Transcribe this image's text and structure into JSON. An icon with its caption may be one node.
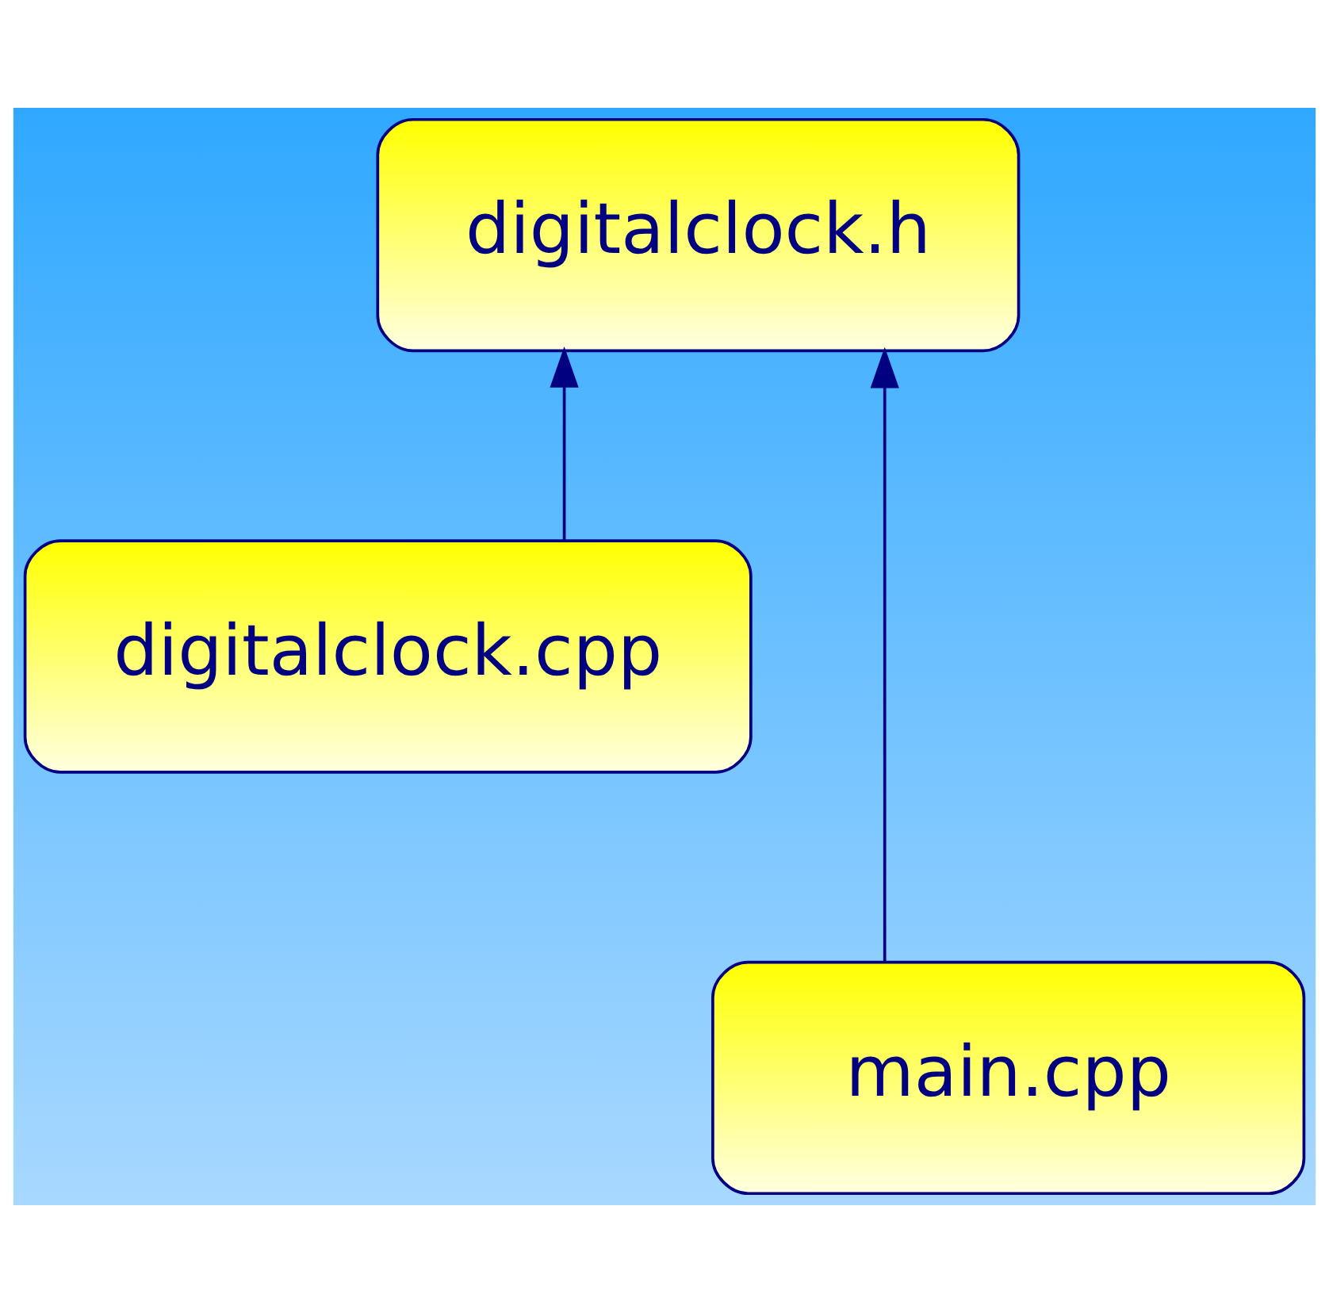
{
  "diagram": {
    "nodes": [
      {
        "text": [
          "digitalclock.h"
        ]
      },
      {
        "text": [
          "digitalclock.cpp"
        ]
      },
      {
        "text": [
          "main.cpp"
        ]
      }
    ],
    "edges": [
      {
        "from": 1,
        "to": 0,
        "arrow": "to"
      },
      {
        "from": 2,
        "to": 0,
        "arrow": "to"
      }
    ]
  }
}
